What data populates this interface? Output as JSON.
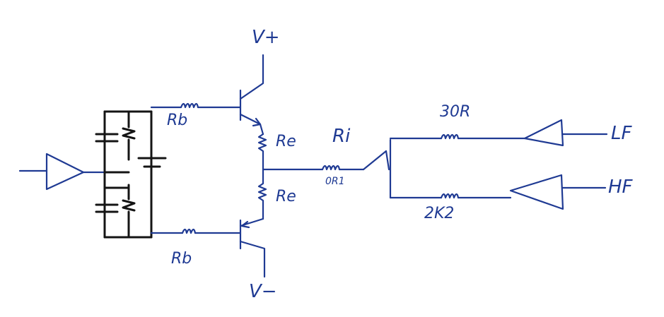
{
  "labels": {
    "v_plus": "V+",
    "v_minus": "V−",
    "rb_top": "Rb",
    "rb_bottom": "Rb",
    "re_top": "Re",
    "re_bottom": "Re",
    "ri": "Ri",
    "ri_value": "0R1",
    "r_lf_value": "30R",
    "r_hf_value": "2K2",
    "lf": "LF",
    "hf": "HF"
  },
  "colors": {
    "ink_blue": "#1f3a93",
    "ink_black": "#141414",
    "paper": "#ffffff"
  }
}
